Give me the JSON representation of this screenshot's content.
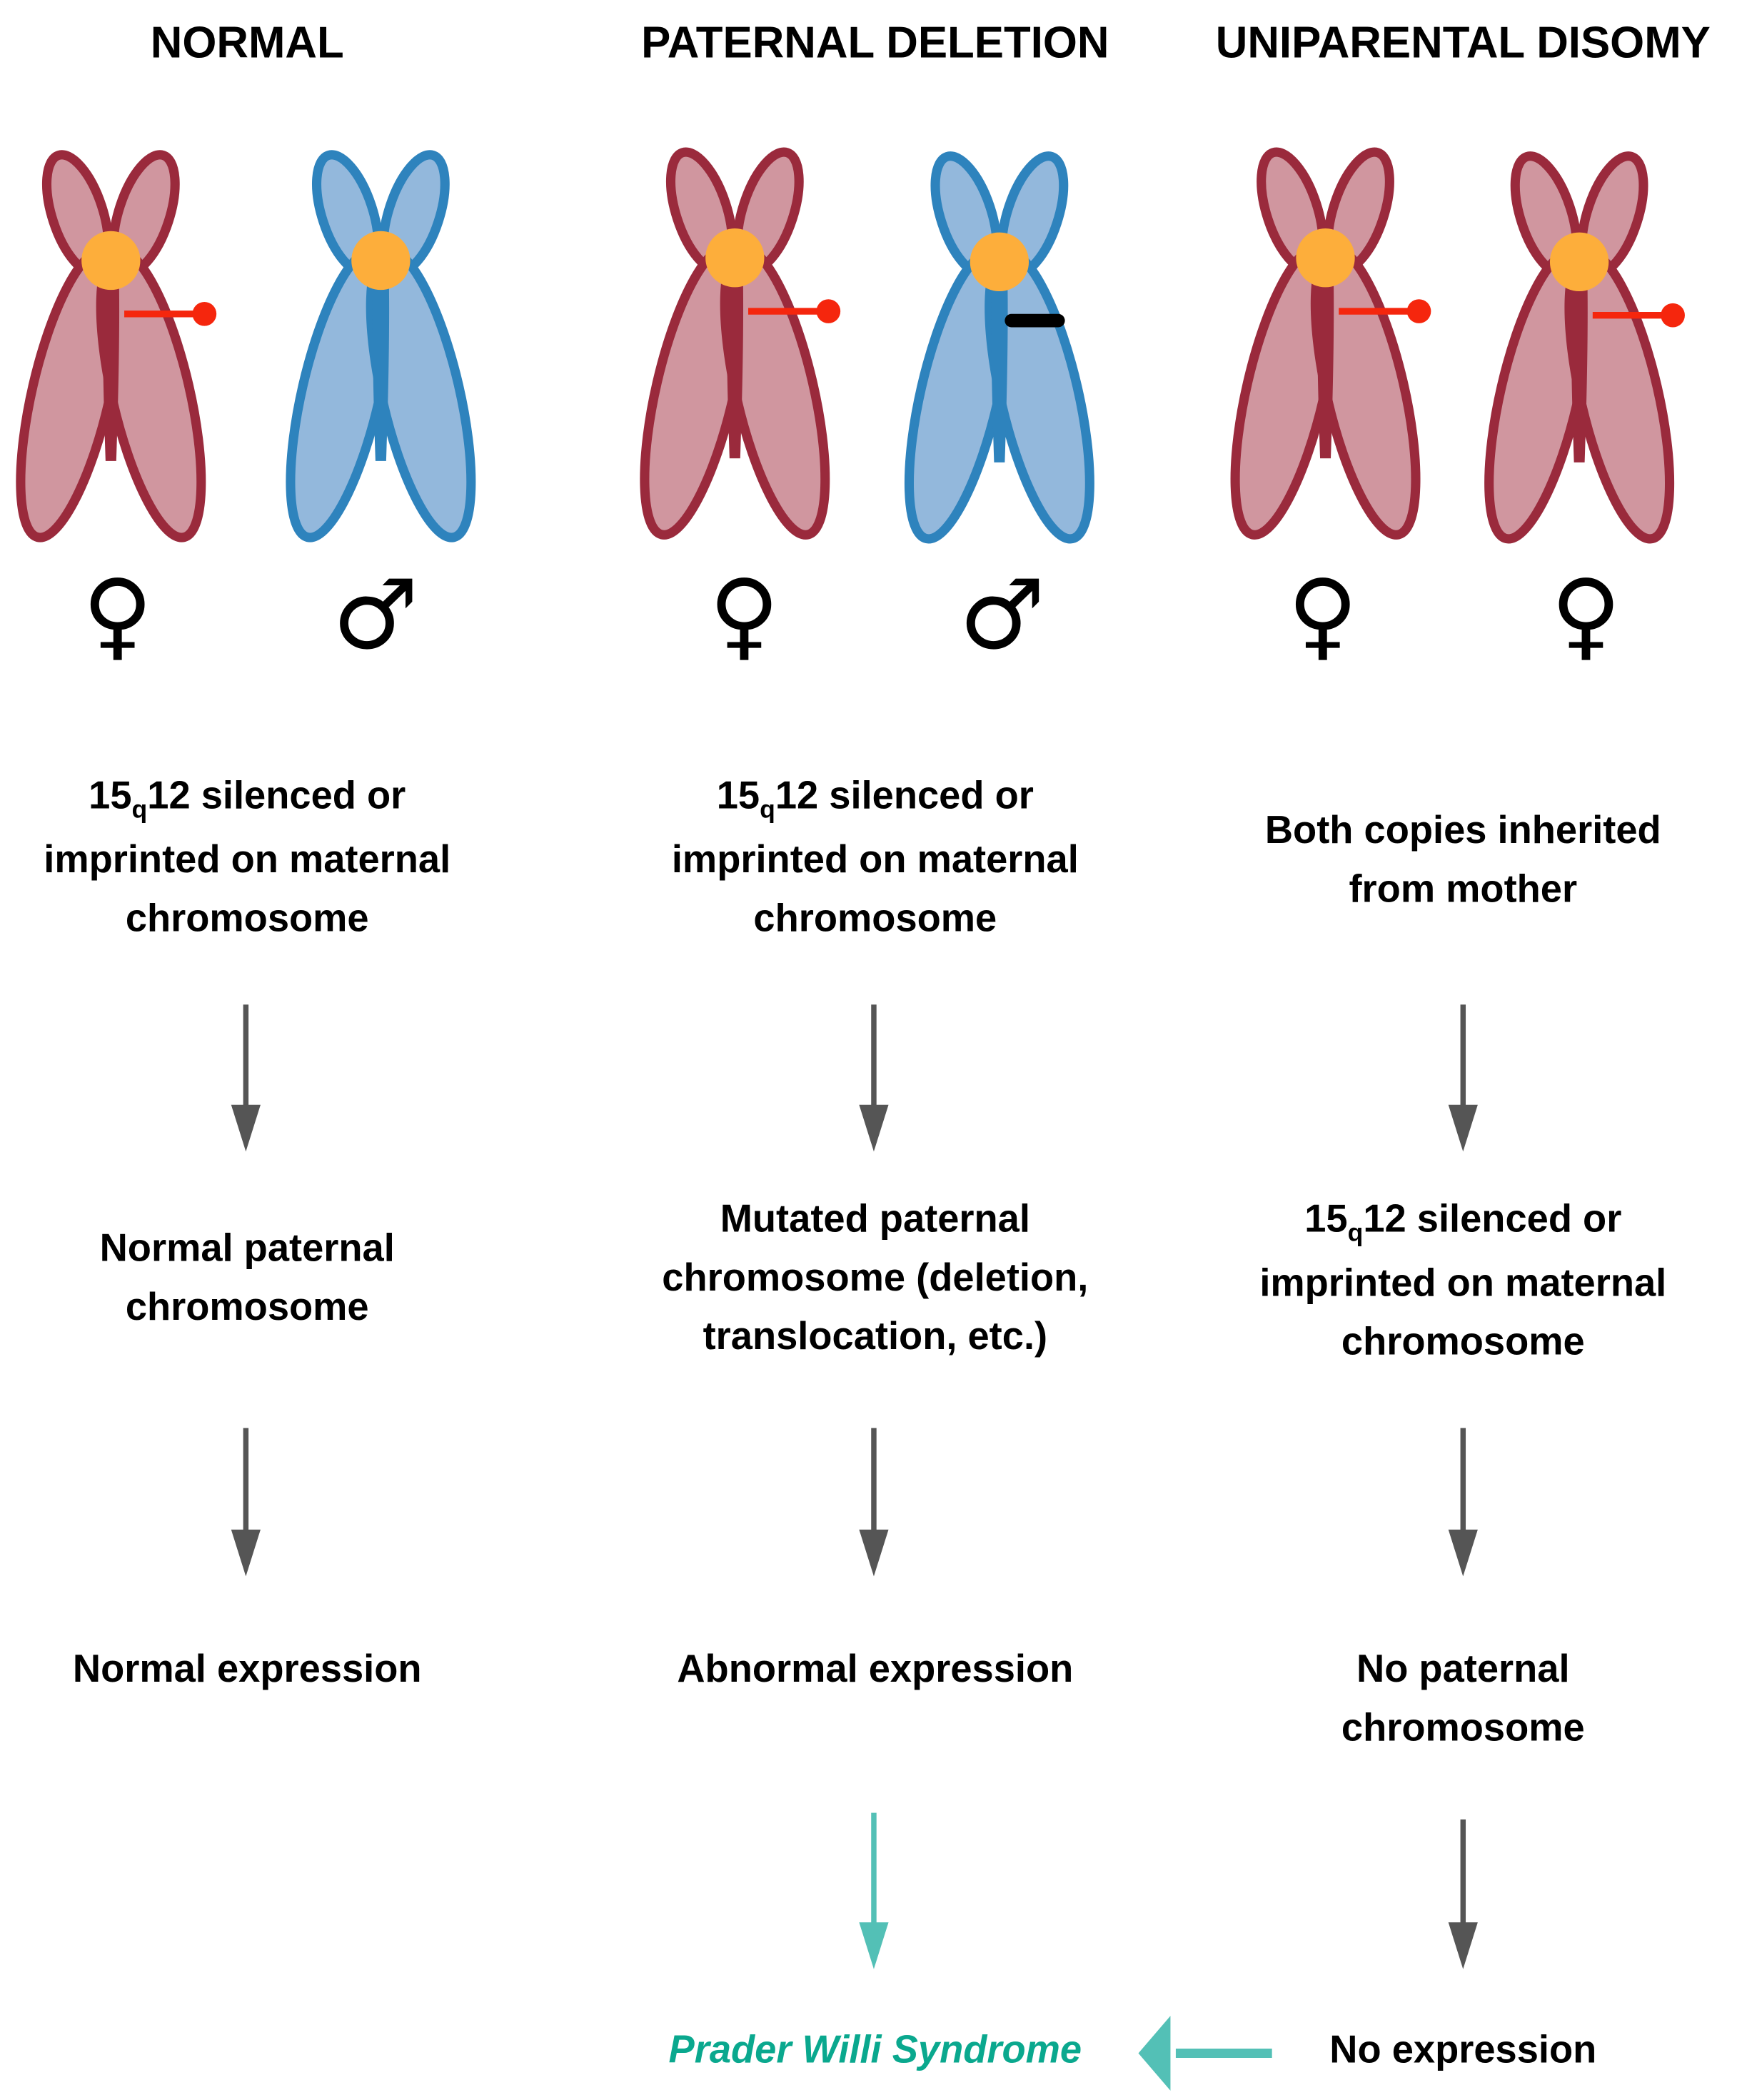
{
  "colors": {
    "maternal_fill": "#d0969f",
    "maternal_stroke": "#9a2a3c",
    "paternal_fill": "#93b8dc",
    "paternal_stroke": "#2e83bd",
    "centromere": "#fdae3b",
    "imprint_mark": "#f5260d",
    "deletion_mark": "#000000",
    "arrow": "#555555",
    "syndrome": "#0aa88e",
    "syndrome_arrow": "#53c0b6"
  },
  "columns": [
    {
      "title": "NORMAL",
      "chromosomes": [
        {
          "parent": "maternal",
          "imprint": true,
          "deletion": false,
          "symbol": "♀"
        },
        {
          "parent": "paternal",
          "imprint": false,
          "deletion": false,
          "symbol": "♂"
        }
      ],
      "step1": [
        {
          "pre": "15",
          "sub": "q",
          "post": "12 silenced or"
        },
        "imprinted on maternal",
        "chromosome"
      ],
      "step2": [
        "Normal paternal",
        "chromosome"
      ],
      "step3": [
        "Normal expression"
      ]
    },
    {
      "title": "PATERNAL DELETION",
      "chromosomes": [
        {
          "parent": "maternal",
          "imprint": true,
          "deletion": false,
          "symbol": "♀"
        },
        {
          "parent": "paternal",
          "imprint": false,
          "deletion": true,
          "symbol": "♂"
        }
      ],
      "step1": [
        {
          "pre": "15",
          "sub": "q",
          "post": "12 silenced or"
        },
        "imprinted on maternal",
        "chromosome"
      ],
      "step2": [
        "Mutated paternal",
        "chromosome (deletion,",
        "translocation, etc.)"
      ],
      "step3": [
        "Abnormal expression"
      ],
      "outcome": "Prader Willi Syndrome"
    },
    {
      "title": "UNIPARENTAL DISOMY",
      "chromosomes": [
        {
          "parent": "maternal",
          "imprint": true,
          "deletion": false,
          "symbol": "♀"
        },
        {
          "parent": "maternal",
          "imprint": true,
          "deletion": false,
          "symbol": "♀"
        }
      ],
      "step1": [
        "Both copies inherited",
        "from mother"
      ],
      "step2": [
        {
          "pre": "15",
          "sub": "q",
          "post": "12 silenced or"
        },
        "imprinted on maternal",
        "chromosome"
      ],
      "step3": [
        "No paternal",
        "chromosome"
      ],
      "outcome": "No expression"
    }
  ]
}
